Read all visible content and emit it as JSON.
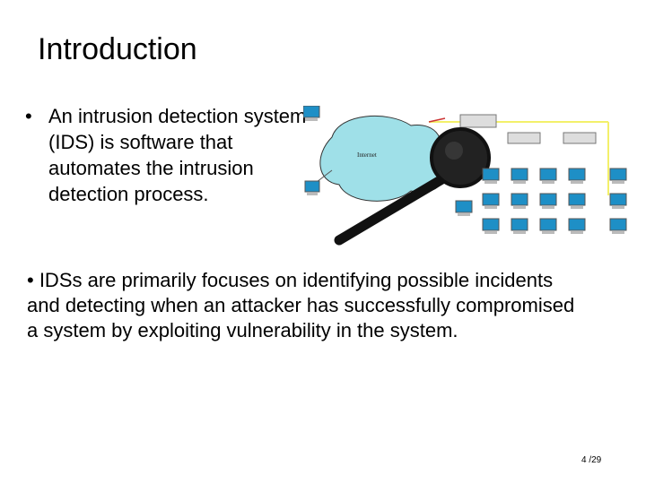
{
  "slide": {
    "title": "Introduction",
    "bullet_char": "•",
    "bullets": [
      "An intrusion detection system (IDS) is software that automates the intrusion detection process.",
      "• IDSs are primarily focuses on identifying possible incidents and detecting when an attacker has successfully compromised a system by exploiting vulnerability in the system."
    ],
    "diagram": {
      "cloud_label": "Internet",
      "icons": [
        "cloud-icon",
        "magnifying-glass-icon",
        "computer-icon",
        "server-icon"
      ],
      "colors": {
        "cloud": "#9fe0e8",
        "lens": "#111111",
        "screen": "#1e8fc6",
        "bus": "#f3f06a"
      }
    },
    "page_number": "4 /29"
  }
}
